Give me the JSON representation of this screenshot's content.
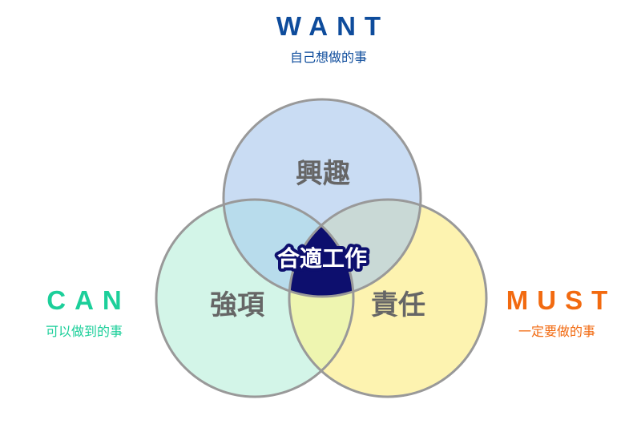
{
  "want": {
    "title": "WANT",
    "subtitle": "自己想做的事",
    "circle_label": "興趣",
    "color": "#0e4c9c"
  },
  "can": {
    "title": "CAN",
    "subtitle": "可以做到的事",
    "circle_label": "強項",
    "color": "#1ccf9a"
  },
  "must": {
    "title": "MUST",
    "subtitle": "一定要做的事",
    "circle_label": "責任",
    "color": "#f26a10"
  },
  "center_label": "合適工作"
}
